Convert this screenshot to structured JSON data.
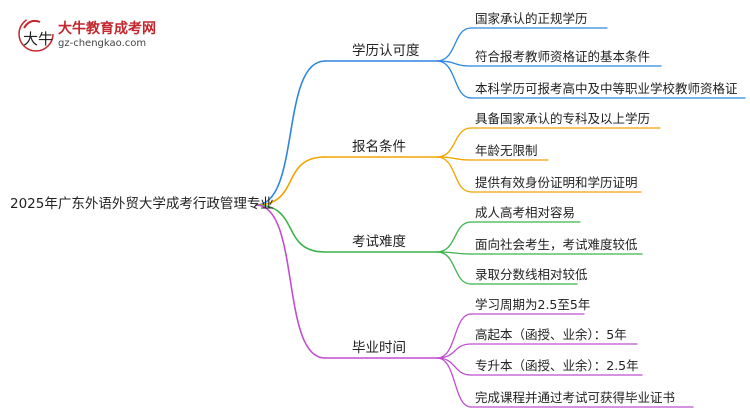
{
  "logo": {
    "mark_text": "大牛",
    "title": "大牛教育成考网",
    "url": "gz-chengkao.com"
  },
  "mindmap": {
    "root": "2025年广东外语外贸大学成考行政管理专业",
    "branches": [
      {
        "label": "学历认可度",
        "color": "#2e86de",
        "leaves": [
          "国家承认的正规学历",
          "符合报考教师资格证的基本条件",
          "本科学历可报考高中及中等职业学校教师资格证"
        ]
      },
      {
        "label": "报名条件",
        "color": "#f0a500",
        "leaves": [
          "具备国家承认的专科及以上学历",
          "年龄无限制",
          "提供有效身份证明和学历证明"
        ]
      },
      {
        "label": "考试难度",
        "color": "#3cb44b",
        "leaves": [
          "成人高考相对容易",
          "面向社会考生，考试难度较低",
          "录取分数线相对较低"
        ]
      },
      {
        "label": "毕业时间",
        "color": "#c04fd0",
        "leaves": [
          "学习周期为2.5至5年",
          "高起本（函授、业余）：5年",
          "专升本（函授、业余）：2.5年",
          "完成课程并通过考试可获得毕业证书"
        ]
      }
    ]
  }
}
